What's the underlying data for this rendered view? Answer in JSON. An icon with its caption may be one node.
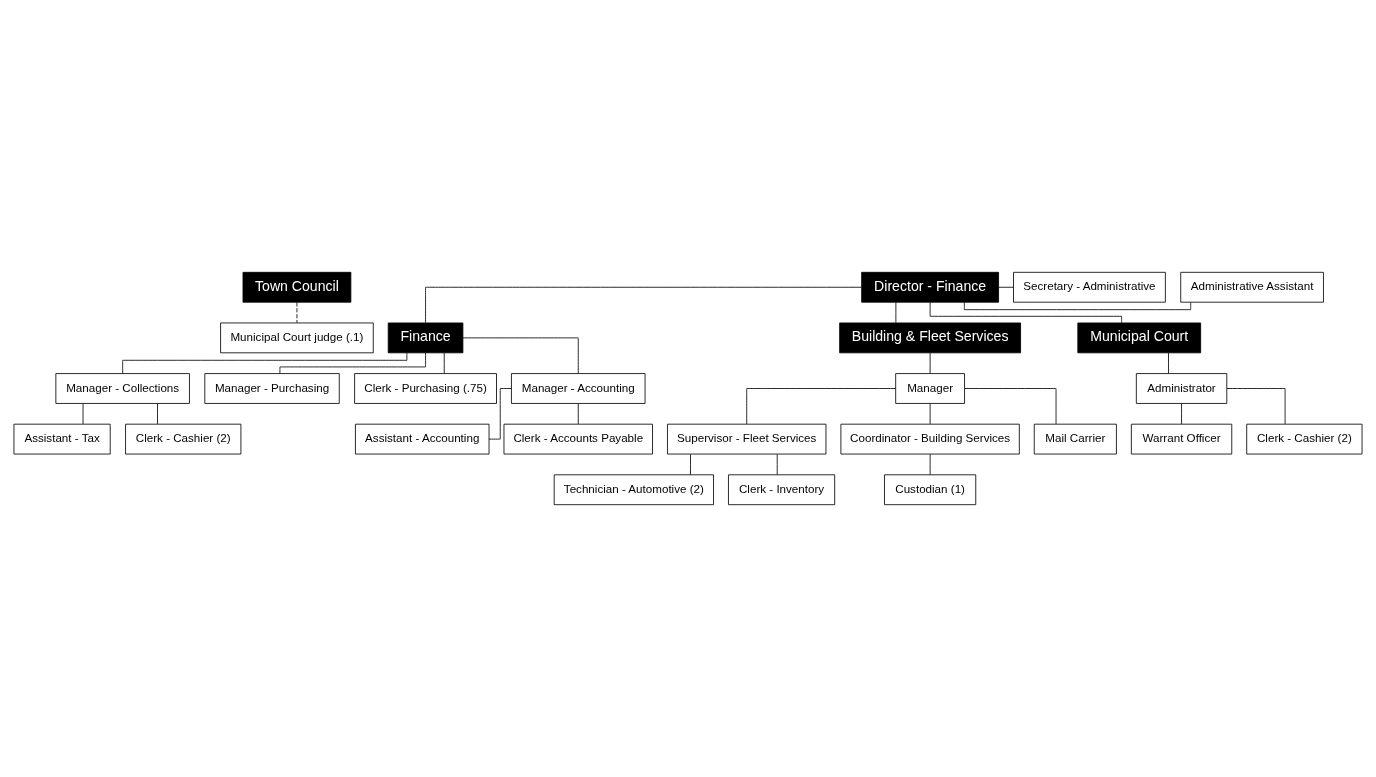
{
  "diagram": {
    "nodes": [
      {
        "text": [
          "Town Council"
        ]
      },
      {
        "text": [
          "Administrative Assistant"
        ]
      },
      {
        "text": [
          "Director - Finance"
        ]
      },
      {
        "text": [
          "Secretary - Administrative"
        ]
      },
      {
        "text": [
          "Finance"
        ]
      },
      {
        "text": [
          "Building & Fleet Services"
        ]
      },
      {
        "text": [
          "Municipal Court"
        ]
      },
      {
        "text": [
          "Manager - Collections"
        ]
      },
      {
        "text": [
          "Assistant - Tax"
        ]
      },
      {
        "text": [
          "Clerk - Cashier (2)"
        ]
      },
      {
        "text": [
          "Manager - Purchasing"
        ]
      },
      {
        "text": [
          "Clerk - Purchasing (.75)"
        ]
      },
      {
        "text": [
          "Manager - Accounting"
        ]
      },
      {
        "text": [
          "Assistant - Accounting"
        ]
      },
      {
        "text": [
          "Clerk - Accounts Payable"
        ]
      },
      {
        "text": [
          "Manager"
        ]
      },
      {
        "text": [
          "Supervisor - Fleet Services"
        ]
      },
      {
        "text": [
          "Technician - Automotive (2)"
        ]
      },
      {
        "text": [
          "Clerk - Inventory"
        ]
      },
      {
        "text": [
          "Coordinator - Building Services"
        ]
      },
      {
        "text": [
          "Custodian (1)"
        ]
      },
      {
        "text": [
          "Mail Carrier"
        ]
      },
      {
        "text": [
          "Administrator"
        ]
      },
      {
        "text": [
          "Warrant Officer"
        ]
      },
      {
        "text": [
          "Clerk - Cashier (2)"
        ]
      },
      {
        "text": [
          "Municipal Court judge (.1)"
        ]
      }
    ],
    "edges": [
      {
        "from": 2,
        "to": 1,
        "arrow": "none"
      },
      {
        "from": 2,
        "to": 3,
        "arrow": "none"
      },
      {
        "from": 2,
        "to": 4,
        "arrow": "none"
      },
      {
        "from": 2,
        "to": 5,
        "arrow": "none"
      },
      {
        "from": 2,
        "to": 6,
        "arrow": "none"
      },
      {
        "from": 4,
        "to": 7,
        "arrow": "none"
      },
      {
        "from": 7,
        "to": 8,
        "arrow": "none"
      },
      {
        "from": 7,
        "to": 9,
        "arrow": "none"
      },
      {
        "from": 4,
        "to": 10,
        "arrow": "none"
      },
      {
        "from": 4,
        "to": 11,
        "arrow": "none"
      },
      {
        "from": 4,
        "to": 12,
        "arrow": "none"
      },
      {
        "from": 12,
        "to": 13,
        "arrow": "none"
      },
      {
        "from": 12,
        "to": 14,
        "arrow": "none"
      },
      {
        "from": 5,
        "to": 15,
        "arrow": "none"
      },
      {
        "from": 15,
        "to": 16,
        "arrow": "none"
      },
      {
        "from": 16,
        "to": 17,
        "arrow": "none"
      },
      {
        "from": 16,
        "to": 18,
        "arrow": "none"
      },
      {
        "from": 15,
        "to": 19,
        "arrow": "none"
      },
      {
        "from": 19,
        "to": 20,
        "arrow": "none"
      },
      {
        "from": 15,
        "to": 21,
        "arrow": "none"
      },
      {
        "from": 6,
        "to": 22,
        "arrow": "none"
      },
      {
        "from": 22,
        "to": 23,
        "arrow": "none"
      },
      {
        "from": 22,
        "to": 24,
        "arrow": "none"
      },
      {
        "from": 0,
        "to": 25,
        "arrow": "none",
        "style": "dashed"
      }
    ]
  }
}
